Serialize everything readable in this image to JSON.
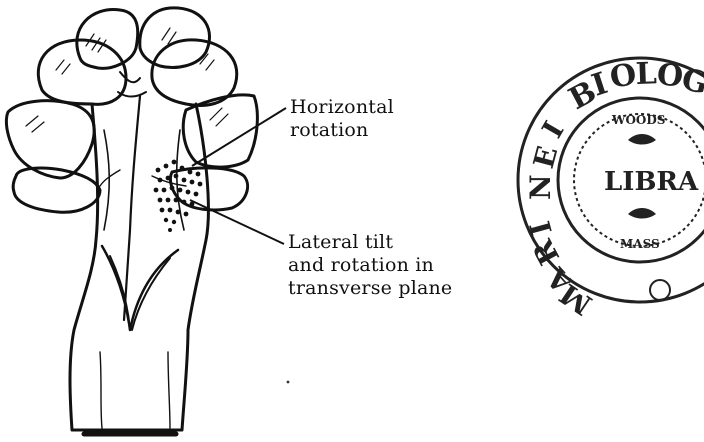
{
  "labels": {
    "horizontal_rotation": [
      "Horizontal",
      "rotation"
    ],
    "lateral_tilt": [
      "Lateral tilt",
      "and rotation in",
      "transverse plane"
    ]
  },
  "stamp": {
    "text_outer": "MARINE BIOLOGICAL",
    "text_center": "LIBRA",
    "text_top": "WOODS",
    "text_bottom": "MASS"
  },
  "colors": {
    "ink": "#111111",
    "paper": "#ffffff"
  }
}
